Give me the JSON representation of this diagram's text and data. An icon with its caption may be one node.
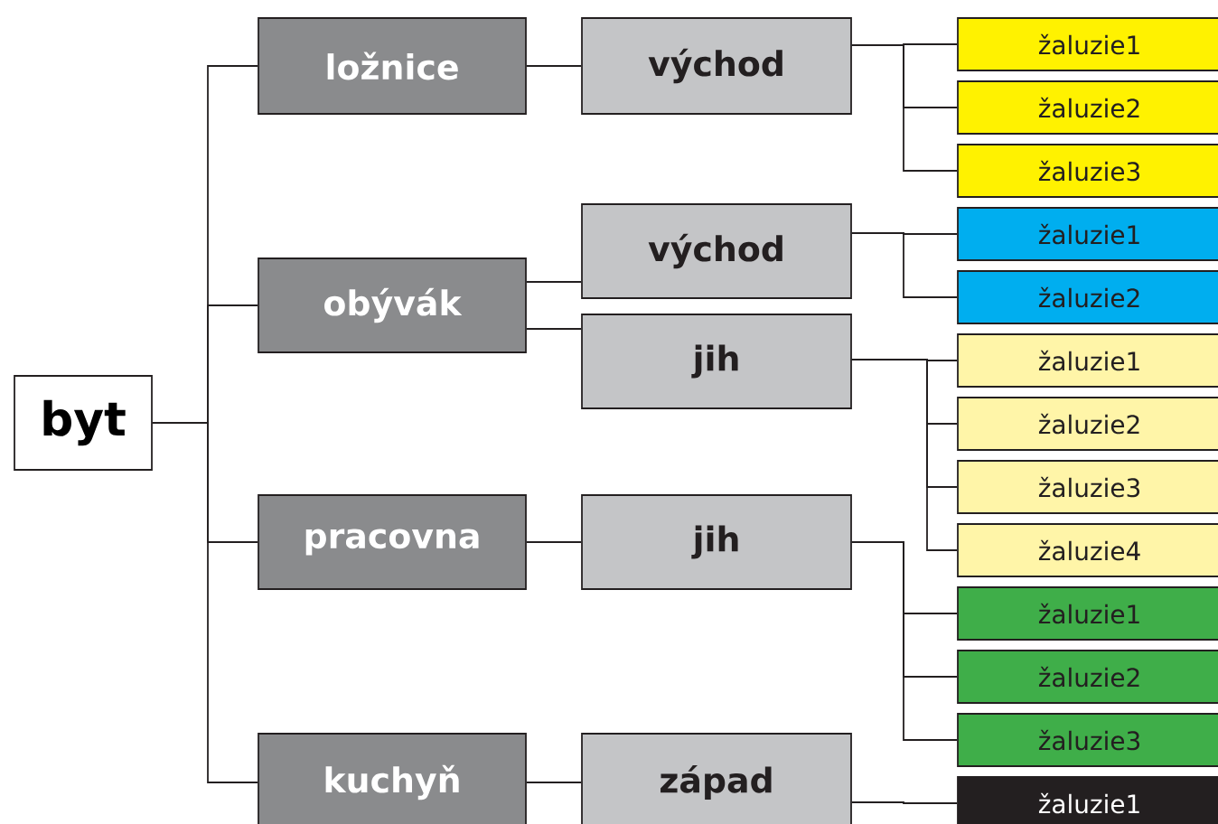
{
  "diagram": {
    "nodes": [
      {
        "text": [
          "byt"
        ]
      },
      {
        "text": [
          "ložnice"
        ]
      },
      {
        "text": [
          "obývák"
        ]
      },
      {
        "text": [
          "pracovna"
        ]
      },
      {
        "text": [
          "kuchyň"
        ]
      },
      {
        "text": [
          "východ"
        ]
      },
      {
        "text": [
          "východ"
        ]
      },
      {
        "text": [
          "jih"
        ]
      },
      {
        "text": [
          "jih"
        ]
      },
      {
        "text": [
          "západ"
        ]
      },
      {
        "text": [
          "žaluzie1"
        ]
      },
      {
        "text": [
          "žaluzie2"
        ]
      },
      {
        "text": [
          "žaluzie3"
        ]
      },
      {
        "text": [
          "žaluzie1"
        ]
      },
      {
        "text": [
          "žaluzie2"
        ]
      },
      {
        "text": [
          "žaluzie1"
        ]
      },
      {
        "text": [
          "žaluzie2"
        ]
      },
      {
        "text": [
          "žaluzie3"
        ]
      },
      {
        "text": [
          "žaluzie4"
        ]
      },
      {
        "text": [
          "žaluzie1"
        ]
      },
      {
        "text": [
          "žaluzie2"
        ]
      },
      {
        "text": [
          "žaluzie3"
        ]
      },
      {
        "text": [
          "žaluzie1"
        ]
      }
    ],
    "edges": [
      {
        "from": 0,
        "to": 1,
        "arrow": "none"
      },
      {
        "from": 0,
        "to": 2,
        "arrow": "none"
      },
      {
        "from": 0,
        "to": 3,
        "arrow": "none"
      },
      {
        "from": 0,
        "to": 4,
        "arrow": "none"
      },
      {
        "from": 1,
        "to": 5,
        "arrow": "none"
      },
      {
        "from": 2,
        "to": 6,
        "arrow": "none"
      },
      {
        "from": 2,
        "to": 7,
        "arrow": "none"
      },
      {
        "from": 3,
        "to": 8,
        "arrow": "none"
      },
      {
        "from": 4,
        "to": 9,
        "arrow": "none"
      },
      {
        "from": 5,
        "to": 10,
        "arrow": "none"
      },
      {
        "from": 5,
        "to": 11,
        "arrow": "none"
      },
      {
        "from": 5,
        "to": 12,
        "arrow": "none"
      },
      {
        "from": 6,
        "to": 13,
        "arrow": "none"
      },
      {
        "from": 6,
        "to": 14,
        "arrow": "none"
      },
      {
        "from": 7,
        "to": 15,
        "arrow": "none"
      },
      {
        "from": 7,
        "to": 16,
        "arrow": "none"
      },
      {
        "from": 7,
        "to": 17,
        "arrow": "none"
      },
      {
        "from": 7,
        "to": 18,
        "arrow": "none"
      },
      {
        "from": 8,
        "to": 19,
        "arrow": "none"
      },
      {
        "from": 8,
        "to": 20,
        "arrow": "none"
      },
      {
        "from": 8,
        "to": 21,
        "arrow": "none"
      },
      {
        "from": 9,
        "to": 22,
        "arrow": "none"
      }
    ]
  }
}
